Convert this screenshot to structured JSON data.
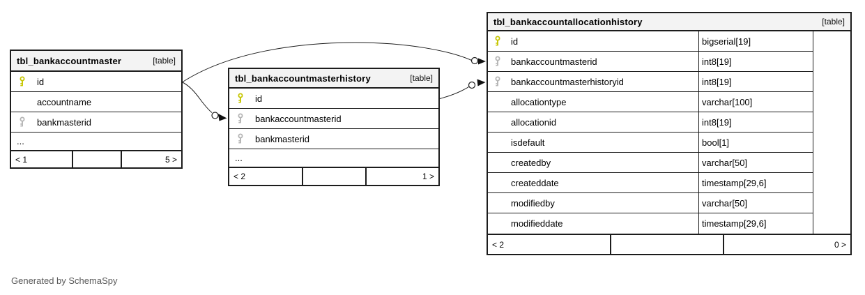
{
  "diagram": {
    "note": "Generated by SchemaSpy",
    "colors": {
      "primary_key_icon": "#c6c600",
      "foreign_key_icon": "#b5b5b5",
      "header_bg": "#f3f3f3",
      "border": "#1c1c1c",
      "note_text": "#595959"
    },
    "tables": [
      {
        "name": "tbl_bankaccountmaster",
        "type_label": "[table]",
        "columns": [
          {
            "name": "id",
            "key": "primary"
          },
          {
            "name": "accountname",
            "key": "none"
          },
          {
            "name": "bankmasterid",
            "key": "foreign"
          },
          {
            "name": "...",
            "key": "none"
          }
        ],
        "footer": {
          "left": "< 1",
          "middle": "",
          "right": "5 >"
        }
      },
      {
        "name": "tbl_bankaccountmasterhistory",
        "type_label": "[table]",
        "columns": [
          {
            "name": "id",
            "key": "primary"
          },
          {
            "name": "bankaccountmasterid",
            "key": "foreign"
          },
          {
            "name": "bankmasterid",
            "key": "foreign"
          },
          {
            "name": "...",
            "key": "none"
          }
        ],
        "footer": {
          "left": "< 2",
          "middle": "",
          "right": "1 >"
        }
      },
      {
        "name": "tbl_bankaccountallocationhistory",
        "type_label": "[table]",
        "columns": [
          {
            "name": "id",
            "type": "bigserial[19]",
            "key": "primary"
          },
          {
            "name": "bankaccountmasterid",
            "type": "int8[19]",
            "key": "foreign"
          },
          {
            "name": "bankaccountmasterhistoryid",
            "type": "int8[19]",
            "key": "foreign"
          },
          {
            "name": "allocationtype",
            "type": "varchar[100]",
            "key": "none"
          },
          {
            "name": "allocationid",
            "type": "int8[19]",
            "key": "none"
          },
          {
            "name": "isdefault",
            "type": "bool[1]",
            "key": "none"
          },
          {
            "name": "createdby",
            "type": "varchar[50]",
            "key": "none"
          },
          {
            "name": "createddate",
            "type": "timestamp[29,6]",
            "key": "none"
          },
          {
            "name": "modifiedby",
            "type": "varchar[50]",
            "key": "none"
          },
          {
            "name": "modifieddate",
            "type": "timestamp[29,6]",
            "key": "none"
          }
        ],
        "footer": {
          "left": "< 2",
          "middle": "",
          "right": "0 >"
        }
      }
    ],
    "relationships": [
      {
        "from": "tbl_bankaccountmaster.id",
        "to": "tbl_bankaccountmasterhistory.bankaccountmasterid"
      },
      {
        "from": "tbl_bankaccountmaster.id",
        "to": "tbl_bankaccountallocationhistory.bankaccountmasterid"
      },
      {
        "from": "tbl_bankaccountmasterhistory.id",
        "to": "tbl_bankaccountallocationhistory.bankaccountmasterhistoryid"
      }
    ]
  }
}
